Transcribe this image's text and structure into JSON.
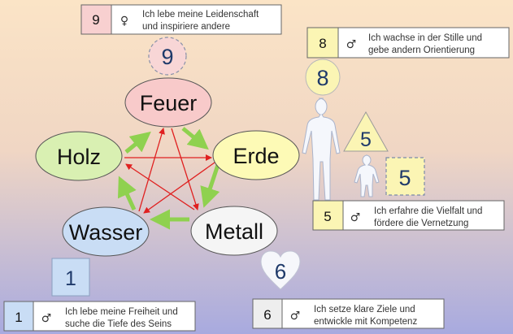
{
  "colors": {
    "bg_top": "#fbe4c6",
    "bg_bottom": "#a8aadf",
    "feuer": "#f8caca",
    "holz": "#d9f0b2",
    "erde": "#fdfab6",
    "wasser": "#c9ddf5",
    "metall": "#f5f5f5",
    "generating_arrow": "#8fd14f",
    "controlling_arrow": "#e02020",
    "number_text": "#1f3a6a"
  },
  "elements": {
    "feuer": "Feuer",
    "holz": "Holz",
    "erde": "Erde",
    "wasser": "Wasser",
    "metall": "Metall"
  },
  "symbols": {
    "circle_9": "9",
    "circle_8": "8",
    "triangle_5": "5",
    "square_5": "5",
    "heart_6": "6",
    "square_1": "1"
  },
  "cards": [
    {
      "number": "9",
      "gender": "♀",
      "line1": "Ich lebe meine Leidenschaft",
      "line2": "und inspiriere andere"
    },
    {
      "number": "8",
      "gender": "♂",
      "line1": "Ich wachse in der Stille und",
      "line2": "gebe andern Orientierung"
    },
    {
      "number": "5",
      "gender": "♂",
      "line1": "Ich erfahre die Vielfalt und",
      "line2": "fördere die Vernetzung"
    },
    {
      "number": "1",
      "gender": "♂",
      "line1": "Ich lebe meine Freiheit und",
      "line2": "suche die Tiefe des Seins"
    },
    {
      "number": "6",
      "gender": "♂",
      "line1": "Ich setze klare Ziele und",
      "line2": "entwickle mit Kompetenz"
    }
  ]
}
